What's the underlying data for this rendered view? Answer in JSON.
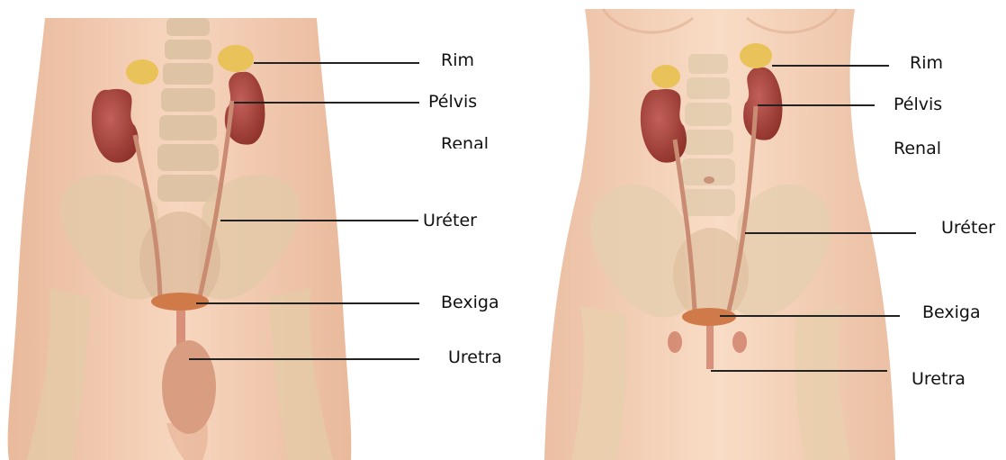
{
  "figures": [
    {
      "id": "male",
      "labels": {
        "kidney": "Rim",
        "renal_pelvis_1": "Pélvis",
        "renal_pelvis_2": "Renal",
        "ureter": "Uréter",
        "bladder": "Bexiga",
        "urethra": "Uretra"
      }
    },
    {
      "id": "female",
      "labels": {
        "kidney": "Rim",
        "renal_pelvis_1": "Pélvis",
        "renal_pelvis_2": "Renal",
        "ureter": "Uréter",
        "bladder": "Bexiga",
        "urethra": "Uretra"
      }
    }
  ],
  "colors": {
    "skin": "#f4cdb3",
    "skin_shadow": "#e7b597",
    "bone": "#e6cfae",
    "kidney": "#a8443a",
    "adrenal": "#e9c25a",
    "ureter": "#c98b72",
    "bladder": "#d07a4a",
    "leader_line": "#222222"
  }
}
